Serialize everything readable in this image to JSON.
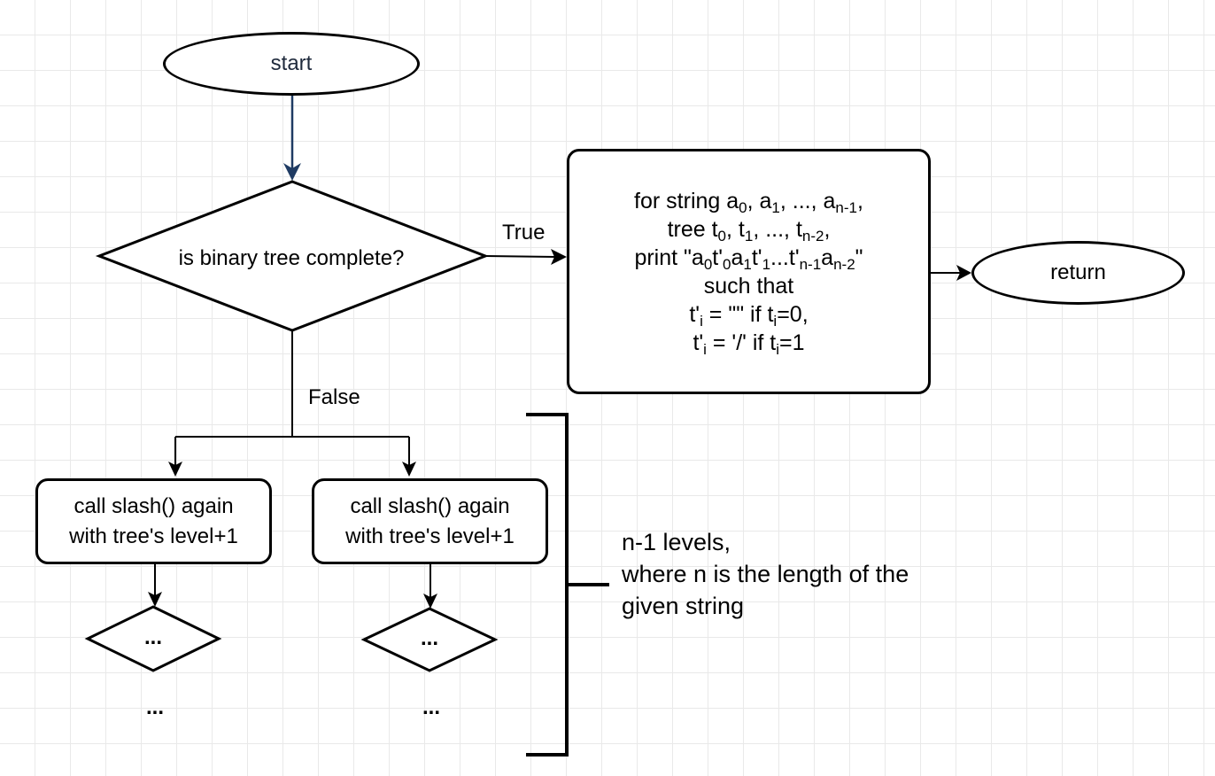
{
  "nodes": {
    "start": "start",
    "decision": "is binary tree complete?",
    "return": "return",
    "call_left": [
      "call slash() again",
      "with tree's level+1"
    ],
    "call_right": [
      "call slash() again",
      "with tree's level+1"
    ],
    "ellipsis_diamond_left": "...",
    "ellipsis_diamond_right": "...",
    "ellipsis_left": "...",
    "ellipsis_right": "..."
  },
  "edges": {
    "true_label": "True",
    "false_label": "False"
  },
  "main_process": {
    "line1": {
      "a": "for string a",
      "s1": "0",
      "b": ", a",
      "s2": "1",
      "c": ", ..., a",
      "s3": "n-1",
      "d": ","
    },
    "line2": {
      "a": "tree t",
      "s1": "0",
      "b": ", t",
      "s2": "1",
      "c": ", ..., t",
      "s3": "n-2",
      "d": ","
    },
    "line3": {
      "a": "print \"a",
      "s1": "0",
      "b": "t'",
      "s2": "0",
      "c": "a",
      "s3": "1",
      "d": "t'",
      "s4": "1",
      "e": "...t'",
      "s5": "n-1",
      "f": "a",
      "s6": "n-2",
      "g": "\""
    },
    "line4": "such that",
    "line5": {
      "a": "t'",
      "s1": "i",
      "b": " = \"\" if t",
      "s2": "i",
      "c": "=0,"
    },
    "line6": {
      "a": "t'",
      "s1": "i",
      "b": " = '/' if t",
      "s2": "i",
      "c": "=1"
    }
  },
  "note": [
    "n-1 levels,",
    "where n is the length of the",
    "given string"
  ],
  "colors": {
    "start_arrow": "#1f3b63",
    "stroke": "#000000",
    "grid": "#e9e9e9"
  }
}
